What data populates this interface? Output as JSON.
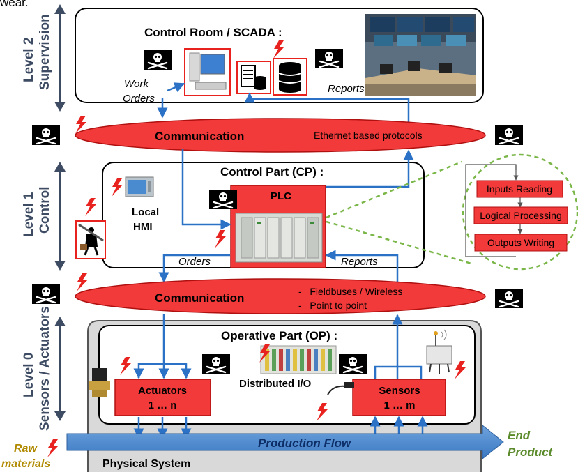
{
  "header_fragment": "wear.",
  "levels": {
    "level2": {
      "line1": "Level 2",
      "line2": "Supervision"
    },
    "level1": {
      "line1": "Level 1",
      "line2": "Control"
    },
    "level0": {
      "line1": "Level 0",
      "line2": "Sensors / Actuators"
    }
  },
  "control_room": {
    "title": "Control Room / SCADA :",
    "work_orders": [
      "Work",
      "Orders"
    ],
    "reports": "Reports"
  },
  "comm_top": {
    "title": "Communication",
    "protocol": "Ethernet based protocols"
  },
  "control_part": {
    "title": "Control Part (CP) :",
    "plc_label": "PLC",
    "local_hmi": [
      "Local",
      "HMI"
    ],
    "orders": "Orders",
    "reports": "Reports"
  },
  "plc_cycle": [
    "Inputs Reading",
    "Logical Processing",
    "Outputs Writing"
  ],
  "comm_bottom": {
    "title": "Communication",
    "items": [
      "-   Fieldbuses / Wireless",
      "-   Point to point"
    ]
  },
  "operative_part": {
    "title": "Operative Part (OP) :",
    "distributed_io": "Distributed I/O",
    "actuators": {
      "label": "Actuators",
      "range": "1 … n"
    },
    "sensors": {
      "label": "Sensors",
      "range": "1 … m"
    }
  },
  "production": {
    "flow": "Production Flow",
    "raw": [
      "Raw",
      "materials"
    ],
    "end": [
      "End",
      "Product"
    ],
    "physical_system": "Physical System"
  },
  "colors": {
    "red": "#f23a3a",
    "blue": "#2b72c6",
    "level_bar": "#3d4b63",
    "green_dashed": "#7ab648",
    "olive_text": "#b08a00",
    "end_text": "#5a8a2a"
  },
  "icons": [
    "pirate-skull-icon",
    "lightning-bolt-icon",
    "computer-icon",
    "database-icon",
    "document-icon",
    "hmi-panel-icon",
    "intruder-icon",
    "solenoid-valve-icon",
    "sensor-probe-icon",
    "wireless-sensor-icon",
    "plc-rack-icon",
    "io-terminal-icon"
  ]
}
